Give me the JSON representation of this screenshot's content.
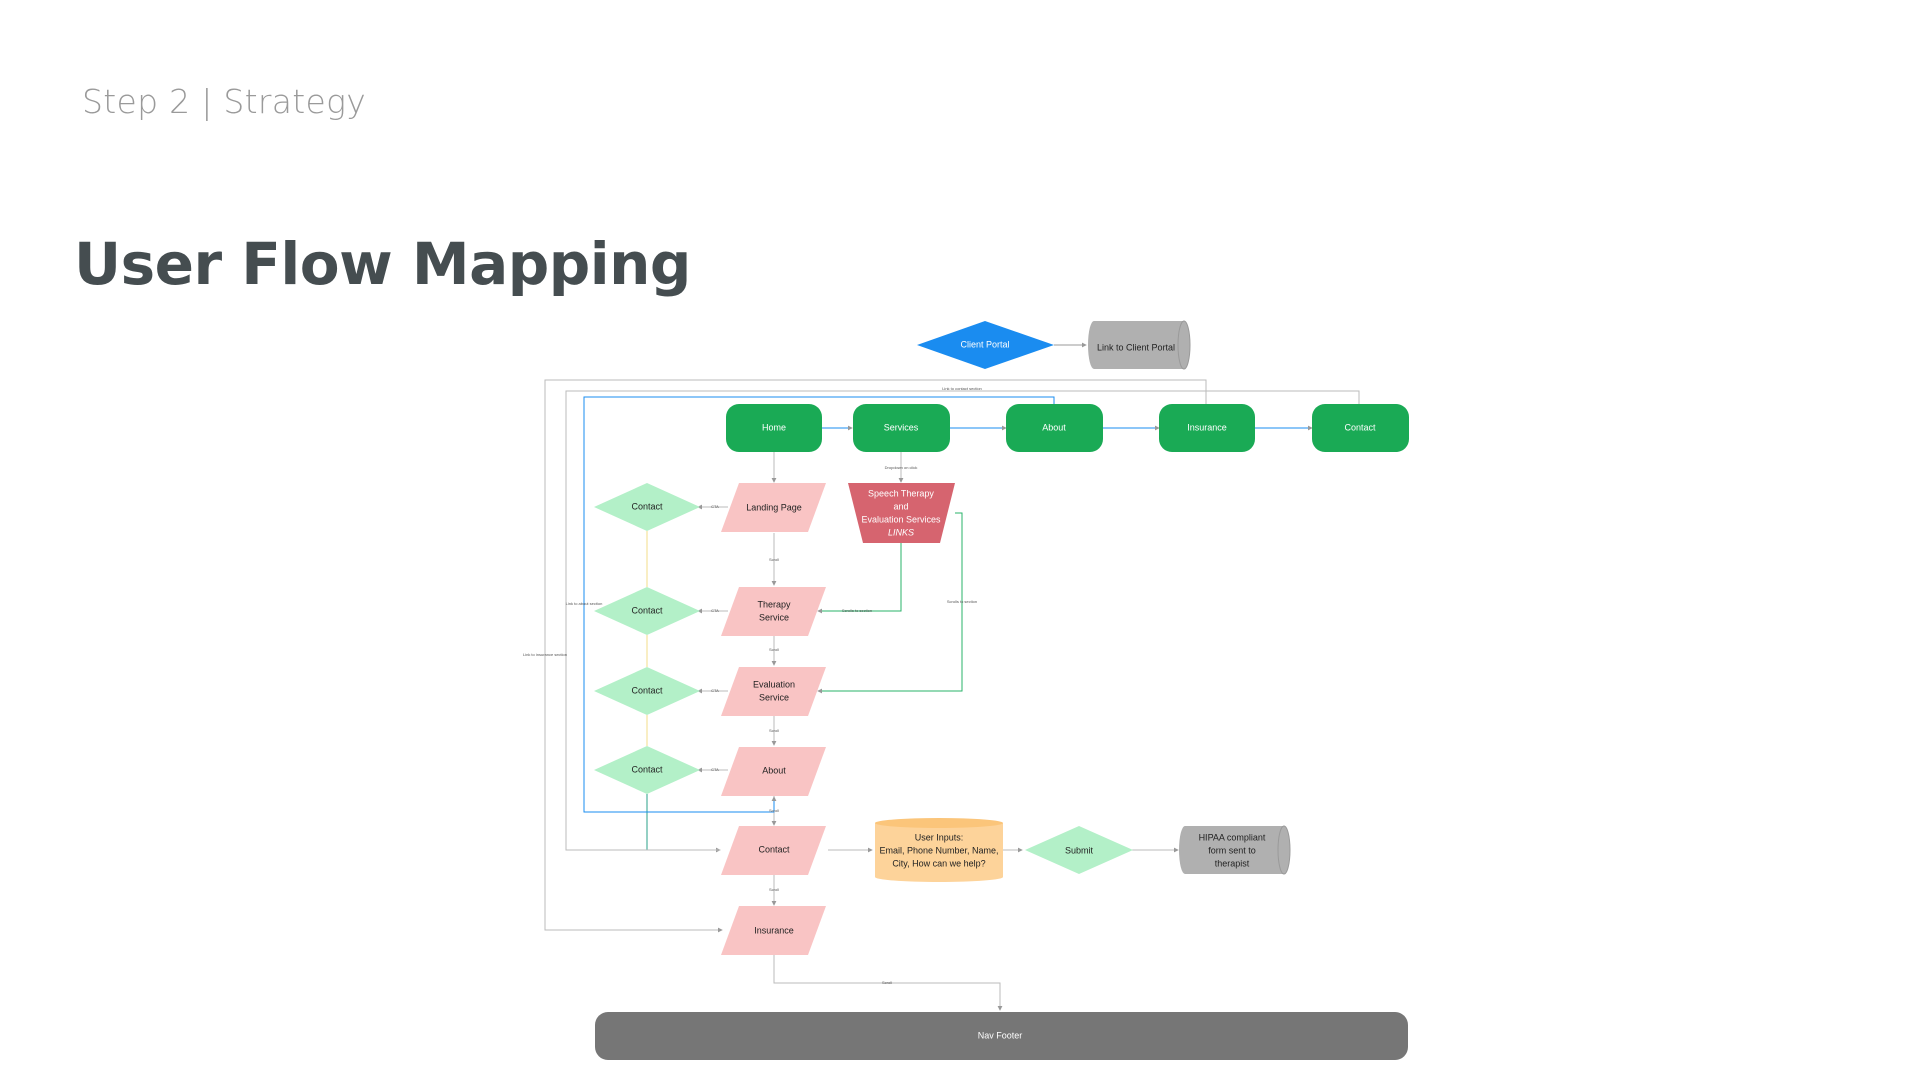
{
  "header": {
    "step": "Step 2 | Strategy",
    "title": "User Flow Mapping"
  },
  "diagram": {
    "portal": {
      "client_portal": "Client Portal",
      "link_to_portal": "Link to Client Portal"
    },
    "nav": {
      "home": "Home",
      "services": "Services",
      "about": "About",
      "insurance": "Insurance",
      "contact": "Contact"
    },
    "pages": {
      "landing": "Landing Page",
      "therapy": [
        "Therapy",
        "Service"
      ],
      "evaluation": [
        "Evaluation",
        "Service"
      ],
      "about": "About",
      "contact": "Contact",
      "insurance": "Insurance"
    },
    "contact_diamonds": [
      "Contact",
      "Contact",
      "Contact",
      "Contact"
    ],
    "services_links": [
      "Speech Therapy",
      "and",
      "Evaluation Services",
      "LINKS"
    ],
    "user_inputs": [
      "User Inputs:",
      "Email, Phone Number, Name,",
      "City, How can we help?"
    ],
    "submit": "Submit",
    "hipaa": [
      "HIPAA compliant",
      "form sent to",
      "therapist"
    ],
    "nav_footer": "Nav Footer",
    "edge_labels": {
      "dropdown": "Dropdown on click",
      "scroll": "Scroll",
      "cta": "CTA",
      "scrolls_section": "Scrolls to section",
      "link_contact": "Link to contact section",
      "link_about": "Link to about section",
      "link_insurance": "Link to insurance section"
    }
  },
  "colors": {
    "nav_green": "#1aaa55",
    "page_pink": "#f9c4c4",
    "contact_green": "#b3f0c8",
    "links_red": "#d6646f",
    "portal_blue": "#1a8cf0",
    "inputs_orange": "#fdd39a",
    "gray_node": "#b0b0b0",
    "footer_gray": "#767676"
  }
}
